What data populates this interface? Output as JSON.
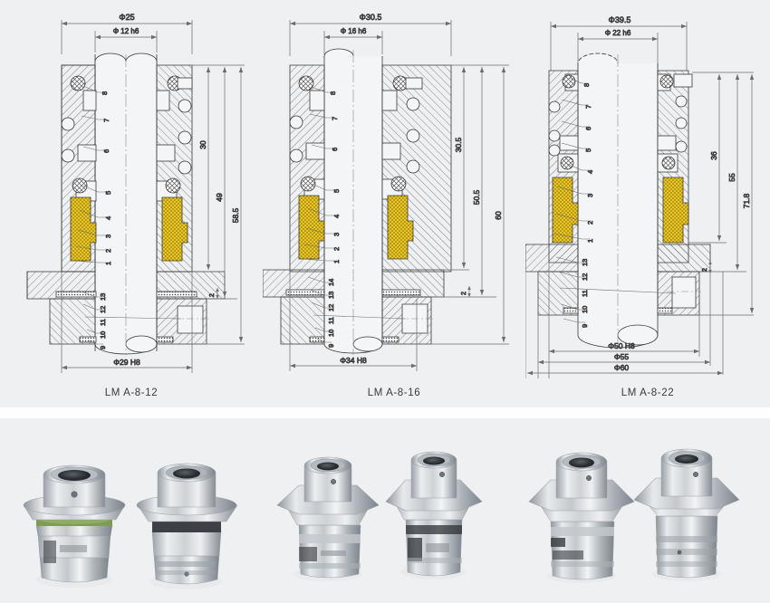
{
  "page": {
    "background_color": "#eff0f2",
    "divider_color": "#ffffff"
  },
  "drawings": [
    {
      "id": "lm-a-8-12",
      "caption": "LM A-8-12",
      "top_dims": [
        "Φ25",
        "Φ 12 h6"
      ],
      "bottom_dims": [
        "Φ29 H8"
      ],
      "right_dims": [
        "30",
        "49",
        "58.5"
      ],
      "small_dims": [
        "2"
      ],
      "callouts_upper": [
        "8",
        "7",
        "6",
        "5",
        "4",
        "3",
        "2",
        "1"
      ],
      "callouts_lower": [
        "13",
        "12",
        "11",
        "10",
        "9"
      ]
    },
    {
      "id": "lm-a-8-16",
      "caption": "LM A-8-16",
      "top_dims": [
        "Φ30.5",
        "Φ 16 h6"
      ],
      "bottom_dims": [
        "Φ34 H8"
      ],
      "right_dims": [
        "30.5",
        "50.5",
        "60"
      ],
      "small_dims": [
        "2"
      ],
      "callouts_upper": [
        "8",
        "7",
        "6",
        "5",
        "4",
        "3",
        "2",
        "1"
      ],
      "callouts_lower": [
        "14",
        "13",
        "12",
        "11",
        "10",
        "9"
      ]
    },
    {
      "id": "lm-a-8-22",
      "caption": "LM A-8-22",
      "top_dims": [
        "Φ39.5",
        "Φ 22 h6"
      ],
      "bottom_dims": [
        "Φ50 H8",
        "Φ55",
        "Φ60"
      ],
      "right_dims": [
        "36",
        "55",
        "71.8"
      ],
      "small_dims": [
        "2"
      ],
      "callouts_upper": [
        "8",
        "7",
        "6",
        "5",
        "4",
        "3",
        "2",
        "1"
      ],
      "callouts_lower": [
        "13",
        "12",
        "11",
        "10",
        "9"
      ]
    }
  ],
  "photos": {
    "groups": [
      {
        "id": "photo-group-1",
        "items": [
          {
            "id": "seal-12-front",
            "flange": "round",
            "oring_color": "#7f9b56",
            "body_color": "#c9ccd0"
          },
          {
            "id": "seal-12-back",
            "flange": "round",
            "oring_color": "#4a4a4a",
            "body_color": "#c9ccd0"
          }
        ]
      },
      {
        "id": "photo-group-2",
        "items": [
          {
            "id": "seal-16-front",
            "flange": "triangular",
            "oring_color": "#3e3e3e",
            "body_color": "#c9ccd0"
          },
          {
            "id": "seal-16-back",
            "flange": "triangular",
            "oring_color": "#2e2e2e",
            "body_color": "#c9ccd0"
          }
        ]
      },
      {
        "id": "photo-group-3",
        "items": [
          {
            "id": "seal-22-front",
            "flange": "triangular",
            "oring_color": "#3a3a3a",
            "body_color": "#c9ccd0"
          },
          {
            "id": "seal-22-back",
            "flange": "triangular",
            "oring_color": "#3a3a3a",
            "body_color": "#c9ccd0"
          }
        ]
      }
    ]
  },
  "colors": {
    "line": "#3a3a3a",
    "thin_line": "#6b6b6b",
    "brass": "#e8c52a",
    "brass_dark": "#b89a12",
    "hatch": "#555555",
    "shaft_fill": "#f4f5f6",
    "metal_light": "#e3e5e8",
    "metal_mid": "#b9bec4",
    "metal_dark": "#8d9399"
  }
}
